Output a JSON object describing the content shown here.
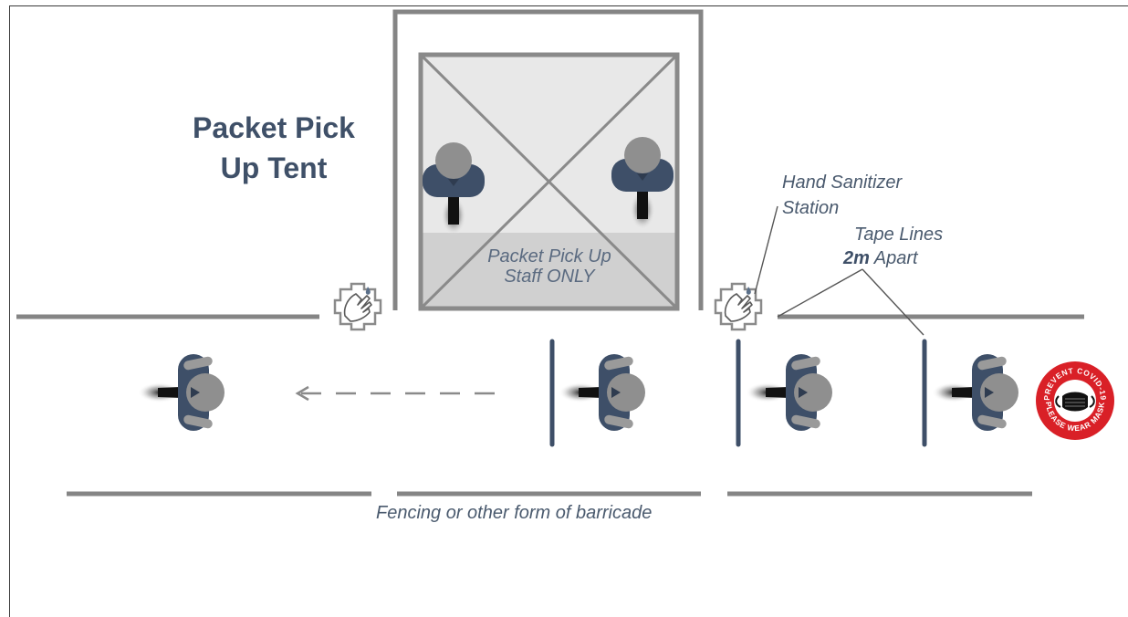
{
  "title_line1": "Packet Pick",
  "title_line2": "Up Tent",
  "staff_line1": "Packet Pick Up",
  "staff_line2": "Staff ONLY",
  "sanitizer_line1": "Hand Sanitizer",
  "sanitizer_line2": "Station",
  "tape_line1": "Tape Lines",
  "tape_distance": "2m",
  "tape_apart": "Apart",
  "fencing_caption": "Fencing or other form of barricade",
  "mask_sign_top": "PREVENT COVID-19",
  "mask_sign_bottom": "PLEASE WEAR MASK",
  "colors": {
    "structure_gray": "#858585",
    "shirt_navy": "#3e4f68",
    "head_gray": "#8f8f8f",
    "text_slate": "#4a5a6e",
    "sign_red": "#d92027"
  },
  "icons": [
    "hand-sanitizer-icon",
    "mask-sign-icon",
    "direction-arrow-icon"
  ]
}
